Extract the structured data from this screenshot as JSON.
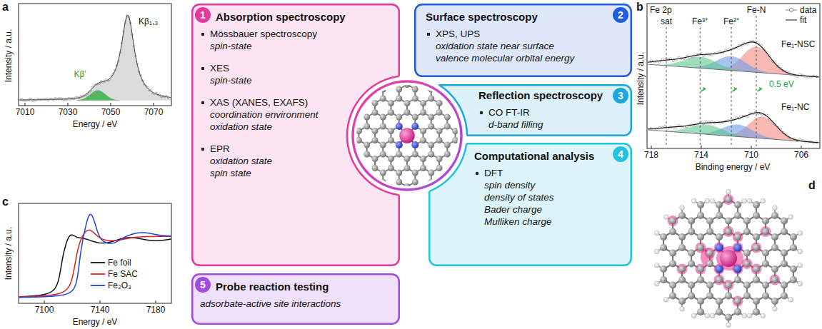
{
  "diagram": {
    "nodes": [
      {
        "text": [
          "1",
          "Absorption spectroscopy",
          "Mössbauer spectroscopy",
          "spin-state",
          "XES",
          "spin-state",
          "XAS (XANES, EXAFS)",
          "coordination environment",
          "oxidation state",
          "EPR",
          "oxidation state",
          "spin state"
        ]
      },
      {
        "text": [
          "2",
          "Surface spectroscopy",
          "XPS, UPS",
          "oxidation state near surface",
          "valence molecular orbital energy"
        ]
      },
      {
        "text": [
          "3",
          "Reflection spectroscopy",
          "CO FT-IR",
          "d-band filling"
        ]
      },
      {
        "text": [
          "4",
          "Computational analysis",
          "DFT",
          "spin density",
          "density of states",
          "Bader charge",
          "Mulliken charge"
        ]
      },
      {
        "text": [
          "5",
          "Probe reaction testing",
          "adsorbate-active site interactions"
        ]
      }
    ],
    "labels": [
      "a",
      "Kβ₁,₃",
      "Kβ'",
      "Intensity / a.u.",
      "7010",
      "7030",
      "7050",
      "7070",
      "Energy / eV",
      "c",
      "Intensity / a.u.",
      "7100",
      "7140",
      "7180",
      "Energy / eV",
      "b",
      "Fe 2p",
      "sat",
      "Fe³⁺",
      "Fe²⁺",
      "Fe-N",
      "Fe₁-NSC",
      "0.5 eV",
      "Fe₁-NC",
      "Intensity / a.u.",
      "718",
      "714",
      "710",
      "706",
      "Binding energy / eV",
      "d"
    ],
    "legend": [
      {
        "text": "data"
      },
      {
        "text": "fit"
      },
      {
        "text": "Fe foil"
      },
      {
        "text": "Fe SAC"
      },
      {
        "text": "Fe₂O₃"
      }
    ]
  }
}
